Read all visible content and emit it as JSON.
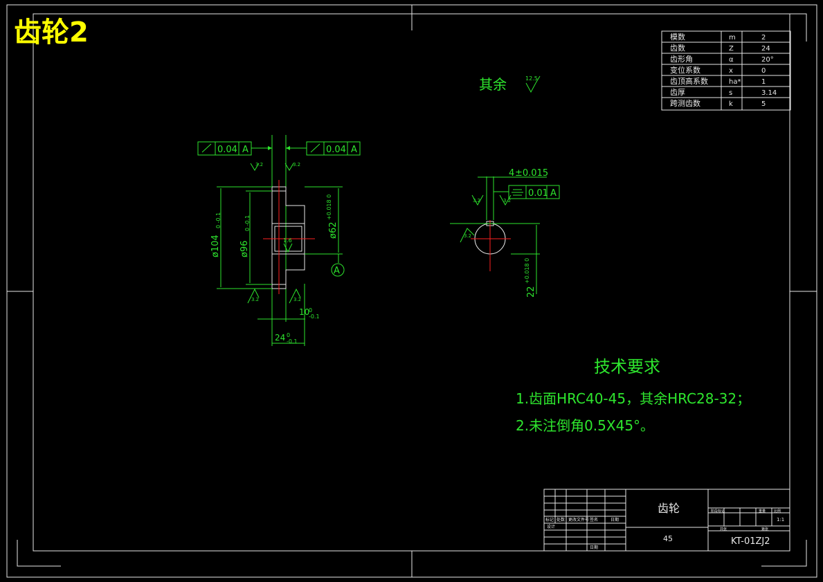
{
  "title": "齿轮2",
  "surface_rest_label": "其余",
  "surface_rest_value": "12.5",
  "params": [
    {
      "name": "模数",
      "symbol": "m",
      "value": "2"
    },
    {
      "name": "齿数",
      "symbol": "Z",
      "value": "24"
    },
    {
      "name": "齿形角",
      "symbol": "α",
      "value": "20°"
    },
    {
      "name": "变位系数",
      "symbol": "x",
      "value": "0"
    },
    {
      "name": "齿顶高系数",
      "symbol": "ha*",
      "value": "1"
    },
    {
      "name": "齿厚",
      "symbol": "s",
      "value": "3.14"
    },
    {
      "name": "跨测齿数",
      "symbol": "k",
      "value": "5"
    }
  ],
  "tolerances": {
    "runout_left": "0.04",
    "runout_right": "0.04",
    "datum": "A",
    "symmetry": "0.01"
  },
  "dims": {
    "d104": "ø104",
    "d104_tol": "0\n-0.1",
    "d96": "ø96",
    "d96_tol": "0\n-0.1",
    "d62": "ø62",
    "d62_tol": "+0.018\n0",
    "w24": "24",
    "w24_tol": "0\n-0.1",
    "w10": "10",
    "w10_tol": "0\n-0.1",
    "key4": "4",
    "key4_tol": "±0.015",
    "h22": "22",
    "h22_tol": "+0.018\n0",
    "ra16": "1.6",
    "ra32": "3.2"
  },
  "tech_req": {
    "heading": "技术要求",
    "line1": "1.齿面HRC40-45，其余HRC28-32；",
    "line2": "2.未注倒角0.5X45°。"
  },
  "title_block": {
    "part_name": "齿轮",
    "material": "45",
    "drawing_no": "KT-01ZJ2",
    "scale": "1:1",
    "labels": {
      "mark": "标记",
      "count": "处数",
      "file": "更改文件号",
      "sign": "签名",
      "date": "日期",
      "design": "设计",
      "date2": "日期",
      "stage": "阶段标记",
      "weight": "重量",
      "ratio": "比例",
      "sheets": "共张",
      "sheet": "第张"
    }
  }
}
